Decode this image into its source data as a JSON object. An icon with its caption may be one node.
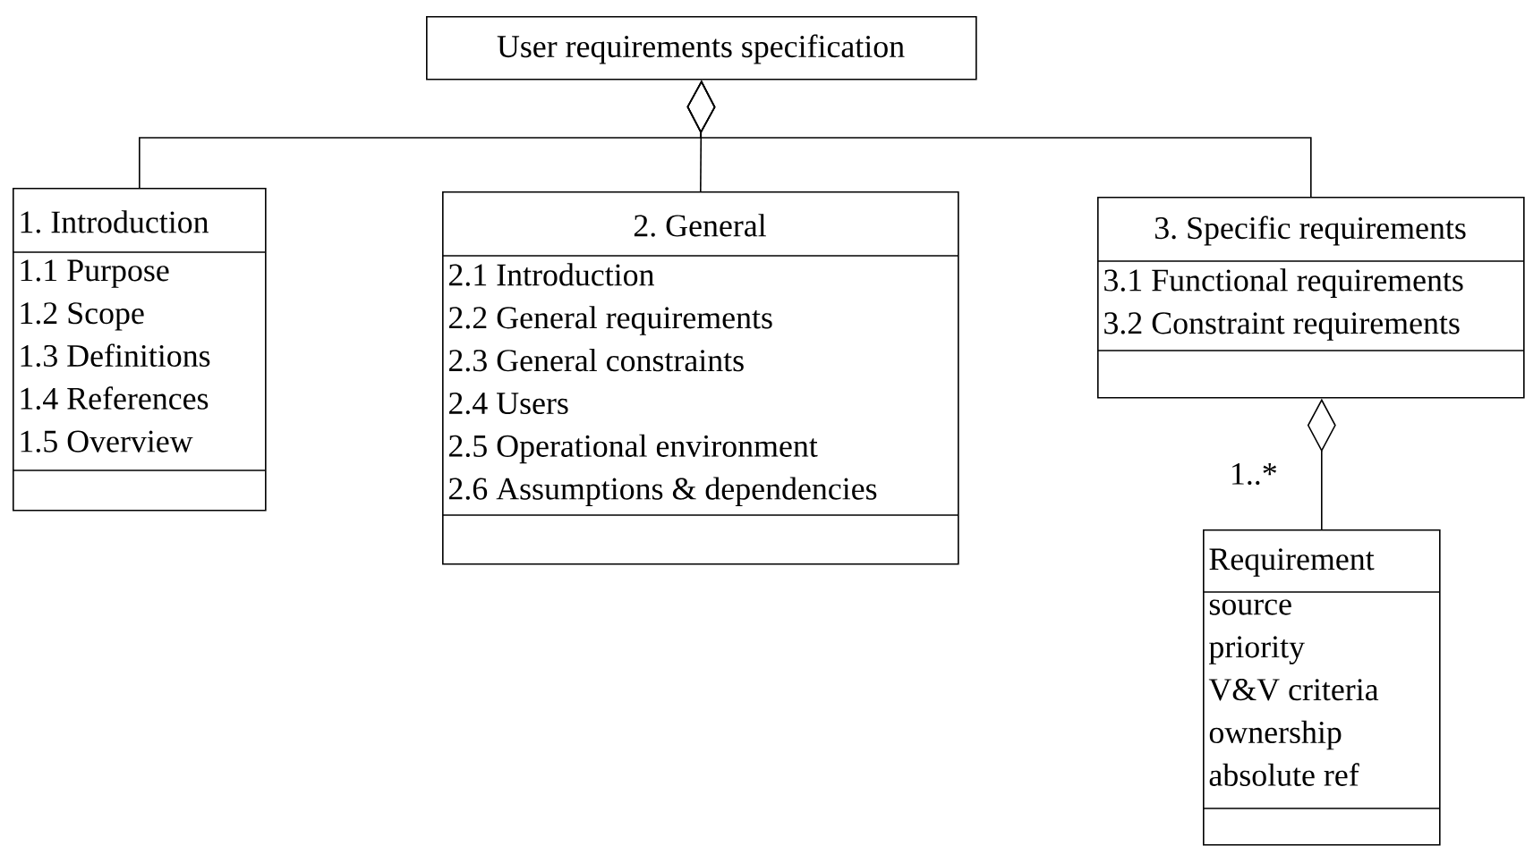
{
  "diagram": {
    "nodes": [
      {
        "text": [
          "User requirements specification"
        ]
      },
      {
        "text": [
          "1. Introduction",
          "1.1 Purpose",
          "1.2 Scope",
          "1.3 Definitions",
          "1.4 References",
          "1.5 Overview"
        ]
      },
      {
        "text": [
          "2. General",
          "2.1 Introduction",
          "2.2 General requirements",
          "2.3 General constraints",
          "2.4 Users",
          "2.5 Operational environment",
          "2.6 Assumptions & dependencies"
        ]
      },
      {
        "text": [
          "3. Specific requirements",
          "3.1 Functional requirements",
          "3.2 Constraint requirements"
        ]
      },
      {
        "text": [
          "Requirement",
          "source",
          "priority",
          "V&V criteria",
          "ownership",
          "absolute ref"
        ]
      }
    ],
    "edges": [
      {
        "from": 1,
        "to": 0,
        "arrow": "other"
      },
      {
        "from": 2,
        "to": 0,
        "arrow": "other"
      },
      {
        "from": 3,
        "to": 0,
        "arrow": "other"
      },
      {
        "from": 4,
        "to": 3,
        "arrow": "other",
        "label": "1..*"
      }
    ]
  }
}
